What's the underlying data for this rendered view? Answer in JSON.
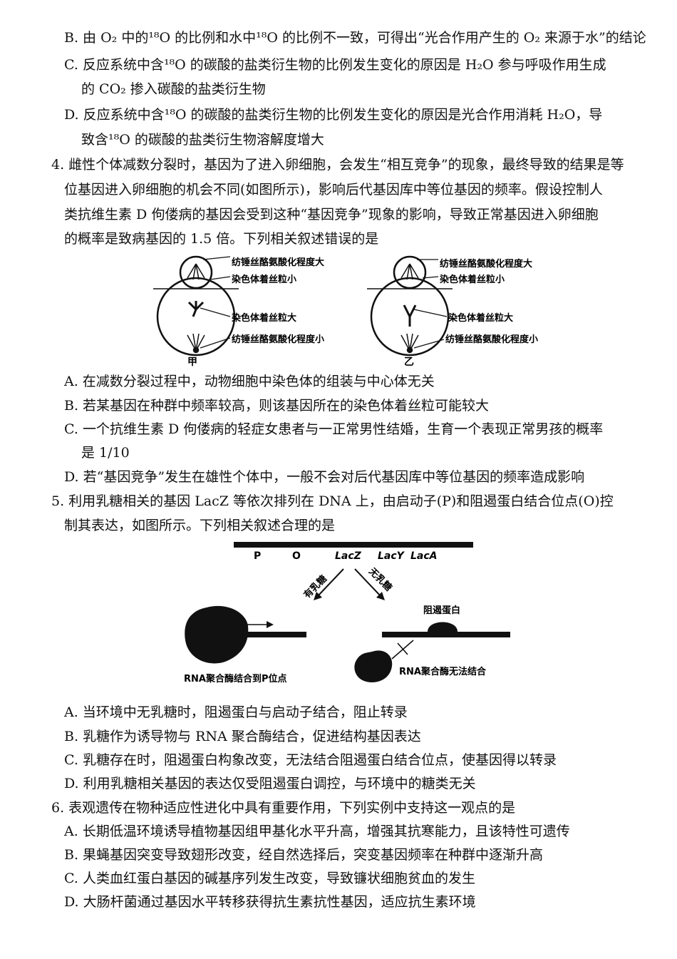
{
  "q3": {
    "B": "B. 由 O₂ 中的¹⁸O 的比例和水中¹⁸O 的比例不一致，可得出“光合作用产生的 O₂ 来源于水”的结论",
    "C1": "C. 反应系统中含¹⁸O 的碳酸的盐类衍生物的比例发生变化的原因是 H₂O 参与呼吸作用生成",
    "C2": "的 CO₂ 掺入碳酸的盐类衍生物",
    "D1": "D. 反应系统中含¹⁸O 的碳酸的盐类衍生物的比例发生变化的原因是光合作用消耗 H₂O，导",
    "D2": "致含¹⁸O 的碳酸的盐类衍生物溶解度增大"
  },
  "q4": {
    "stem1": "4. 雌性个体减数分裂时，基因为了进入卵细胞，会发生“相互竞争”的现象，最终导致的结果是等",
    "stem2": "位基因进入卵细胞的机会不同(如图所示)，影响后代基因库中等位基因的频率。假设控制人",
    "stem3": "类抗维生素 D 佝偻病的基因会受到这种“基因竞争”现象的影响，导致正常基因进入卵细胞",
    "stem4": "的概率是致病基因的 1.5 倍。下列相关叙述错误的是",
    "figure": {
      "label_spindle_high": "纺锤丝酪氨酸化程度大",
      "label_centromere_small": "染色体着丝粒小",
      "label_centromere_large": "染色体着丝粒大",
      "label_spindle_low": "纺锤丝酪氨酸化程度小",
      "cell_a": "甲",
      "cell_b": "乙"
    },
    "A": "A. 在减数分裂过程中，动物细胞中染色体的组装与中心体无关",
    "B": "B. 若某基因在种群中频率较高，则该基因所在的染色体着丝粒可能较大",
    "C1": "C. 一个抗维生素 D 佝偻病的轻症女患者与一正常男性结婚，生育一个表现正常男孩的概率",
    "C2": "是 1/10",
    "D": "D. 若“基因竞争”发生在雄性个体中，一般不会对后代基因库中等位基因的频率造成影响"
  },
  "q5": {
    "stem1": "5. 利用乳糖相关的基因 LacZ 等依次排列在 DNA 上，由启动子(P)和阻遏蛋白结合位点(O)控",
    "stem2": "制其表达，如图所示。下列相关叙述合理的是",
    "figure": {
      "gene_P": "P",
      "gene_O": "O",
      "gene_lacZ": "LacZ",
      "gene_lacY": "LacY",
      "gene_lacA": "LacA",
      "arrow_with_lactose": "有乳糖",
      "arrow_without_lactose": "无乳糖",
      "repressor": "阻遏蛋白",
      "rnap_bound": "RNA聚合酶结合到P位点",
      "rnap_blocked": "RNA聚合酶无法结合"
    },
    "A": "A. 当环境中无乳糖时，阻遏蛋白与启动子结合，阻止转录",
    "B": "B. 乳糖作为诱导物与 RNA 聚合酶结合，促进结构基因表达",
    "C": "C. 乳糖存在时，阻遏蛋白构象改变，无法结合阻遏蛋白结合位点，使基因得以转录",
    "D": "D. 利用乳糖相关基因的表达仅受阻遏蛋白调控，与环境中的糖类无关"
  },
  "q6": {
    "stem": "6. 表观遗传在物种适应性进化中具有重要作用，下列实例中支持这一观点的是",
    "A": "A. 长期低温环境诱导植物基因组甲基化水平升高，增强其抗寒能力，且该特性可遗传",
    "B": "B. 果蝇基因突变导致翅形改变，经自然选择后，突变基因频率在种群中逐渐升高",
    "C": "C. 人类血红蛋白基因的碱基序列发生改变，导致镰状细胞贫血的发生",
    "D": "D. 大肠杆菌通过基因水平转移获得抗生素抗性基因，适应抗生素环境"
  }
}
